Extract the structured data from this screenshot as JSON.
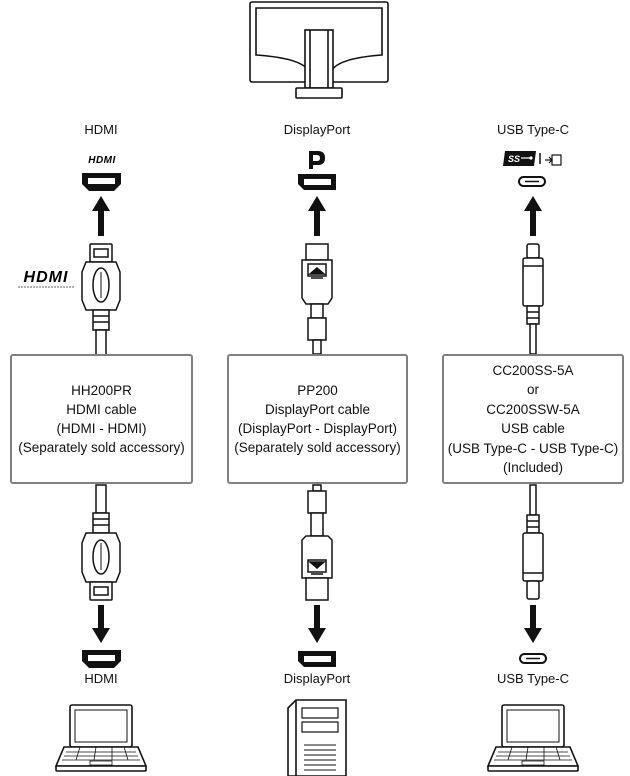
{
  "columns": [
    {
      "top_label": "HDMI",
      "bottom_label": "HDMI",
      "logo_text": "HDMI",
      "box_lines": [
        "HH200PR",
        "HDMI cable",
        "(HDMI - HDMI)",
        "(Separately sold accessory)"
      ]
    },
    {
      "top_label": "DisplayPort",
      "bottom_label": "DisplayPort",
      "box_lines": [
        "PP200",
        "DisplayPort cable",
        "(DisplayPort - DisplayPort)",
        "(Separately sold accessory)"
      ]
    },
    {
      "top_label": "USB Type-C",
      "bottom_label": "USB Type-C",
      "logo_text": "SS",
      "box_lines": [
        "CC200SS-5A",
        "or",
        "CC200SSW-5A",
        "USB cable",
        "(USB Type-C - USB Type-C)",
        "(Included)"
      ]
    }
  ],
  "hdmi_side_logo_text": "HDMI",
  "icons": [
    "monitor-icon",
    "laptop-icon",
    "desktop-tower-icon",
    "laptop-icon"
  ]
}
